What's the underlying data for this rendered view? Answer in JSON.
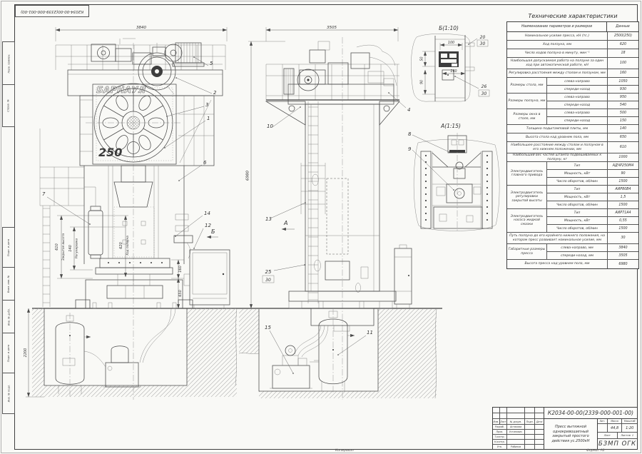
{
  "sheet": {
    "top_doc_number": "К2034-00-00(2339-000-001-00)",
    "margin_stamps": [
      "Перв. примен.",
      "Справ. №",
      "Подп. и дата",
      "Взам. инв. №",
      "Инв. № дубл.",
      "Подп. и дата",
      "Инв. № подл."
    ],
    "copied_label": "Копировал",
    "format_label": "Формат А1"
  },
  "table": {
    "title": "Технические характеристики",
    "col_param": "Наименование параметров и размеров",
    "col_value": "Данные",
    "rows": [
      {
        "param": "Номинальное усилие пресса, кН (тс.)",
        "value": "2500(250)"
      },
      {
        "param": "Ход ползуна, мм",
        "value": "620"
      },
      {
        "param": "Число ходов ползуна в минуту, мин⁻¹",
        "value": "18"
      },
      {
        "param": "Наибольшая допускаемая работа на ползуне за один ход при автоматической работе, кН",
        "value": "100",
        "tall": true
      },
      {
        "param": "Регулировка расстояния между столом и ползуном, мм",
        "value": "160"
      },
      {
        "group": "Размеры стола, мм",
        "sub": [
          {
            "label": "слева-направо",
            "value": "1050"
          },
          {
            "label": "спереди-назад",
            "value": "930"
          }
        ]
      },
      {
        "group": "Размеры ползуна, мм",
        "sub": [
          {
            "label": "слева-направо",
            "value": "950"
          },
          {
            "label": "спереди-назад",
            "value": "540"
          }
        ]
      },
      {
        "group": "Размеры окна в столе, мм",
        "sub": [
          {
            "label": "слева-направо",
            "value": "500"
          },
          {
            "label": "спереди-назад",
            "value": "150"
          }
        ]
      },
      {
        "param": "Толщина подштамповой плиты, мм",
        "value": "140"
      },
      {
        "param": "Высота стола над уровнем пола, мм",
        "value": "650"
      },
      {
        "param": "Наибольшее расстояние между столом и ползуном в его нижнем положении, мм",
        "value": "610",
        "tall": true
      },
      {
        "param": "Наибольший вес частей штампа подвешиваемых к ползуну, кг",
        "value": "1000"
      },
      {
        "group": "Электродвигатель главного привода",
        "sub": [
          {
            "label": "Тип",
            "value": "АДЧР250М4"
          },
          {
            "label": "Мощность, кВт",
            "value": "90"
          },
          {
            "label": "Число оборотов, об/мин",
            "value": "1500"
          }
        ]
      },
      {
        "group": "Электродвигатель регулировки закрытой высоты",
        "sub": [
          {
            "label": "Тип",
            "value": "АИР80В4"
          },
          {
            "label": "Мощность, кВт",
            "value": "1,5"
          },
          {
            "label": "Число оборотов, об/мин",
            "value": "1500"
          }
        ]
      },
      {
        "group": "Электродвигатель насоса жидкой смазки",
        "sub": [
          {
            "label": "Тип",
            "value": "АИР71А4"
          },
          {
            "label": "Мощность, кВт",
            "value": "0,55"
          },
          {
            "label": "Число оборотов, об/мин",
            "value": "1500"
          }
        ]
      },
      {
        "param": "Путь ползуна до его крайнего нижнего положения, на котором пресс развивает номинальное усилие, мм",
        "value": "30",
        "tall": true
      },
      {
        "group": "Габаритные размеры пресса",
        "sub": [
          {
            "label": "слева-направо, мм",
            "value": "3840"
          },
          {
            "label": "спереди-назад, мм",
            "value": "3505"
          }
        ]
      },
      {
        "param": "Высота пресса над уровнем пола, мм",
        "value": "6980"
      }
    ]
  },
  "front": {
    "dim_width": "3840",
    "brand": "БАРНАУЛ",
    "model": "250",
    "closed_height": {
      "value": "610",
      "label": "Закрытая высота"
    },
    "regulation": {
      "value": "140",
      "label": "Регулировка"
    },
    "stroke": {
      "value": "620",
      "label": "Ход ползуна"
    },
    "dim_160": "160",
    "dim_650": "650",
    "pit_depth": "2200",
    "view_marker": "Б",
    "callouts": {
      "c1": "1",
      "c2": "2",
      "c3": "3",
      "c5": "5",
      "c6": "6",
      "c7": "7",
      "c12": "12",
      "c14": "14"
    }
  },
  "side": {
    "dim_width": "3505",
    "dim_height": "6980",
    "view_marker": "А",
    "callouts": {
      "c4": "4",
      "c10": "10",
      "c13": "13",
      "c25": "25",
      "c25_ref": "30",
      "c15": "15",
      "c11": "11"
    }
  },
  "detail_b": {
    "title": "Б(1:10)",
    "dims": {
      "d100": "100",
      "d50": "50",
      "d160": "160",
      "d90": "90"
    },
    "callout_top": {
      "num": "20",
      "ref": "30"
    },
    "callout_bottom": {
      "num": "26",
      "ref": "30"
    }
  },
  "detail_a": {
    "title": "А(1:15)",
    "callouts": {
      "c8": "8",
      "c9": "9"
    }
  },
  "title_block": {
    "doc_number": "К2034-00-00(2339-000-001-00)",
    "description": "Пресс вытяжной однокривошипный закрытый простого действия ус.2500кН",
    "org": "БЗМП ОГК",
    "lit_label": "Лит.",
    "mass_label": "Масса",
    "scale_label": "Масштаб",
    "mass_value": "44,8",
    "scale_value": "1:20",
    "sheet_label": "Лист",
    "sheets_label": "Листов",
    "sheets_value": "1",
    "header_cols": [
      "Изм.",
      "Лист",
      "№ докум.",
      "Подп.",
      "Дата"
    ],
    "sign_rows": [
      {
        "role": "Разраб.",
        "name": "Астахова"
      },
      {
        "role": "Пров.",
        "name": "Устинович"
      },
      {
        "role": "Т.контр.",
        "name": ""
      },
      {
        "role": "Н.контр.",
        "name": ""
      },
      {
        "role": "Утв.",
        "name": "Рябинов"
      }
    ]
  }
}
